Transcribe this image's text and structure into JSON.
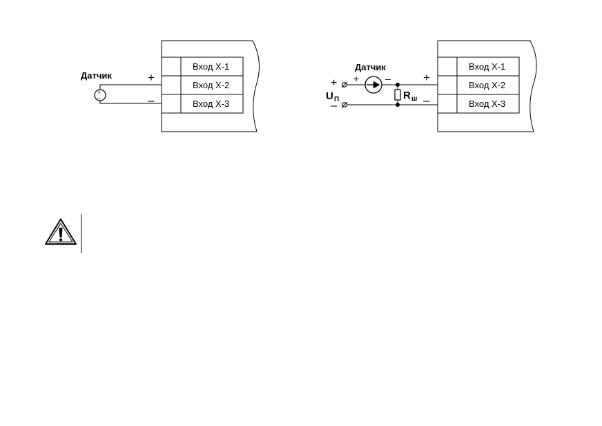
{
  "diagram_left": {
    "sensor_label": "Датчик",
    "plus": "+",
    "minus": "–",
    "source_plus": "+",
    "source_minus": "–",
    "inputs": [
      "Вход Х-1",
      "Вход Х-2",
      "Вход Х-3"
    ]
  },
  "diagram_right": {
    "sensor_label": "Датчик",
    "supply_label": "U",
    "supply_sub": "П",
    "supply_plus": "+",
    "supply_minus": "–",
    "sensor_plus": "+",
    "sensor_minus": "–",
    "resistor_label": "R",
    "resistor_sub": "ш",
    "plus": "+",
    "minus": "–",
    "inputs": [
      "Вход Х-1",
      "Вход Х-2",
      "Вход Х-3"
    ]
  },
  "warning": {
    "icon": "warning-triangle-icon"
  }
}
